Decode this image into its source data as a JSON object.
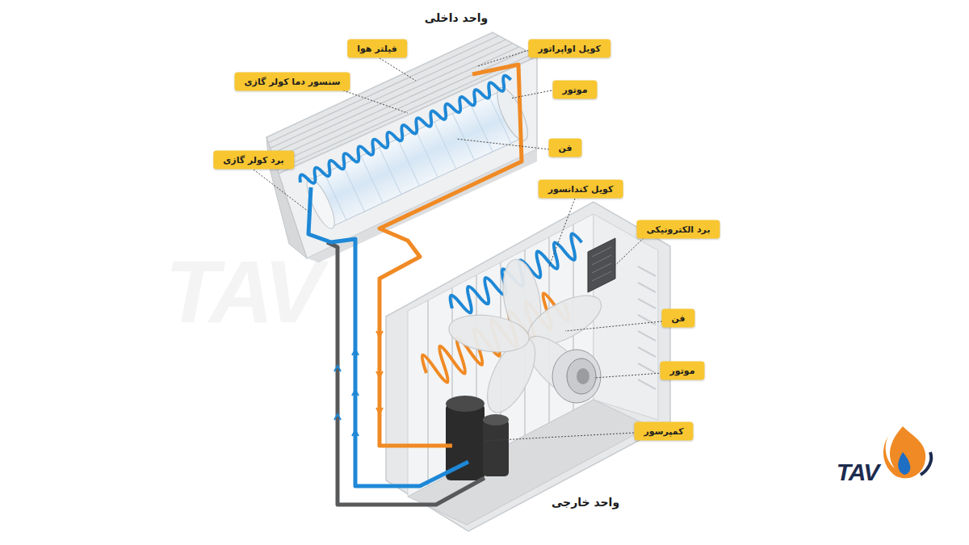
{
  "diagram": {
    "nodes": [
      {
        "text": [
          "فیلتر هوا"
        ]
      },
      {
        "text": [
          "کویل اواپراتور"
        ]
      },
      {
        "text": [
          "سنسور دما کولر گازی"
        ]
      },
      {
        "text": [
          "موتور"
        ]
      },
      {
        "text": [
          "فن"
        ]
      },
      {
        "text": [
          "برد کولر گازی"
        ]
      },
      {
        "text": [
          "کویل کندانسور"
        ]
      },
      {
        "text": [
          "برد الکترونیکی"
        ]
      },
      {
        "text": [
          "فن"
        ]
      },
      {
        "text": [
          "موتور"
        ]
      },
      {
        "text": [
          "کمپرسور"
        ]
      }
    ],
    "labels": [
      "واحد داخلی",
      "واحد خارجی",
      "TAV",
      "TAV"
    ]
  }
}
